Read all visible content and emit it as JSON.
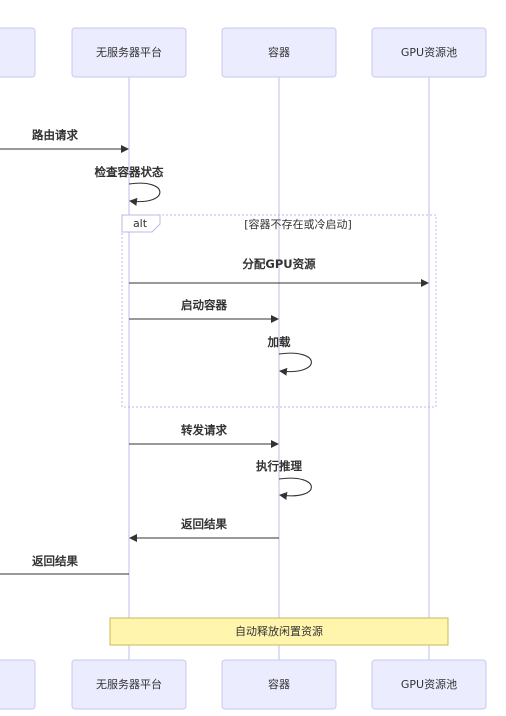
{
  "participants": [
    {
      "id": "left",
      "label": ""
    },
    {
      "id": "platform",
      "label": "无服务器平台"
    },
    {
      "id": "container",
      "label": "容器"
    },
    {
      "id": "gpu",
      "label": "GPU资源池"
    }
  ],
  "messages": [
    {
      "from": "left",
      "to": "platform",
      "text": "路由请求"
    },
    {
      "from": "platform",
      "to": "platform",
      "text": "检查容器状态"
    },
    {
      "from": "platform",
      "to": "gpu",
      "text": "分配GPU资源"
    },
    {
      "from": "platform",
      "to": "container",
      "text": "启动容器"
    },
    {
      "from": "container",
      "to": "container",
      "text": "加载"
    },
    {
      "from": "platform",
      "to": "container",
      "text": "转发请求"
    },
    {
      "from": "container",
      "to": "container",
      "text": "执行推理"
    },
    {
      "from": "container",
      "to": "platform",
      "text": "返回结果"
    },
    {
      "from": "platform",
      "to": "left",
      "text": "返回结果"
    }
  ],
  "alt_frame": {
    "label": "alt",
    "condition": "[容器不存在或冷启动]"
  },
  "note": {
    "text": "自动释放闲置资源",
    "over": [
      "platform",
      "gpu"
    ]
  },
  "colors": {
    "actor_fill": "#ececff",
    "actor_border": "#c9c9f0",
    "line": "#333333",
    "note_fill": "#fff5ad"
  }
}
